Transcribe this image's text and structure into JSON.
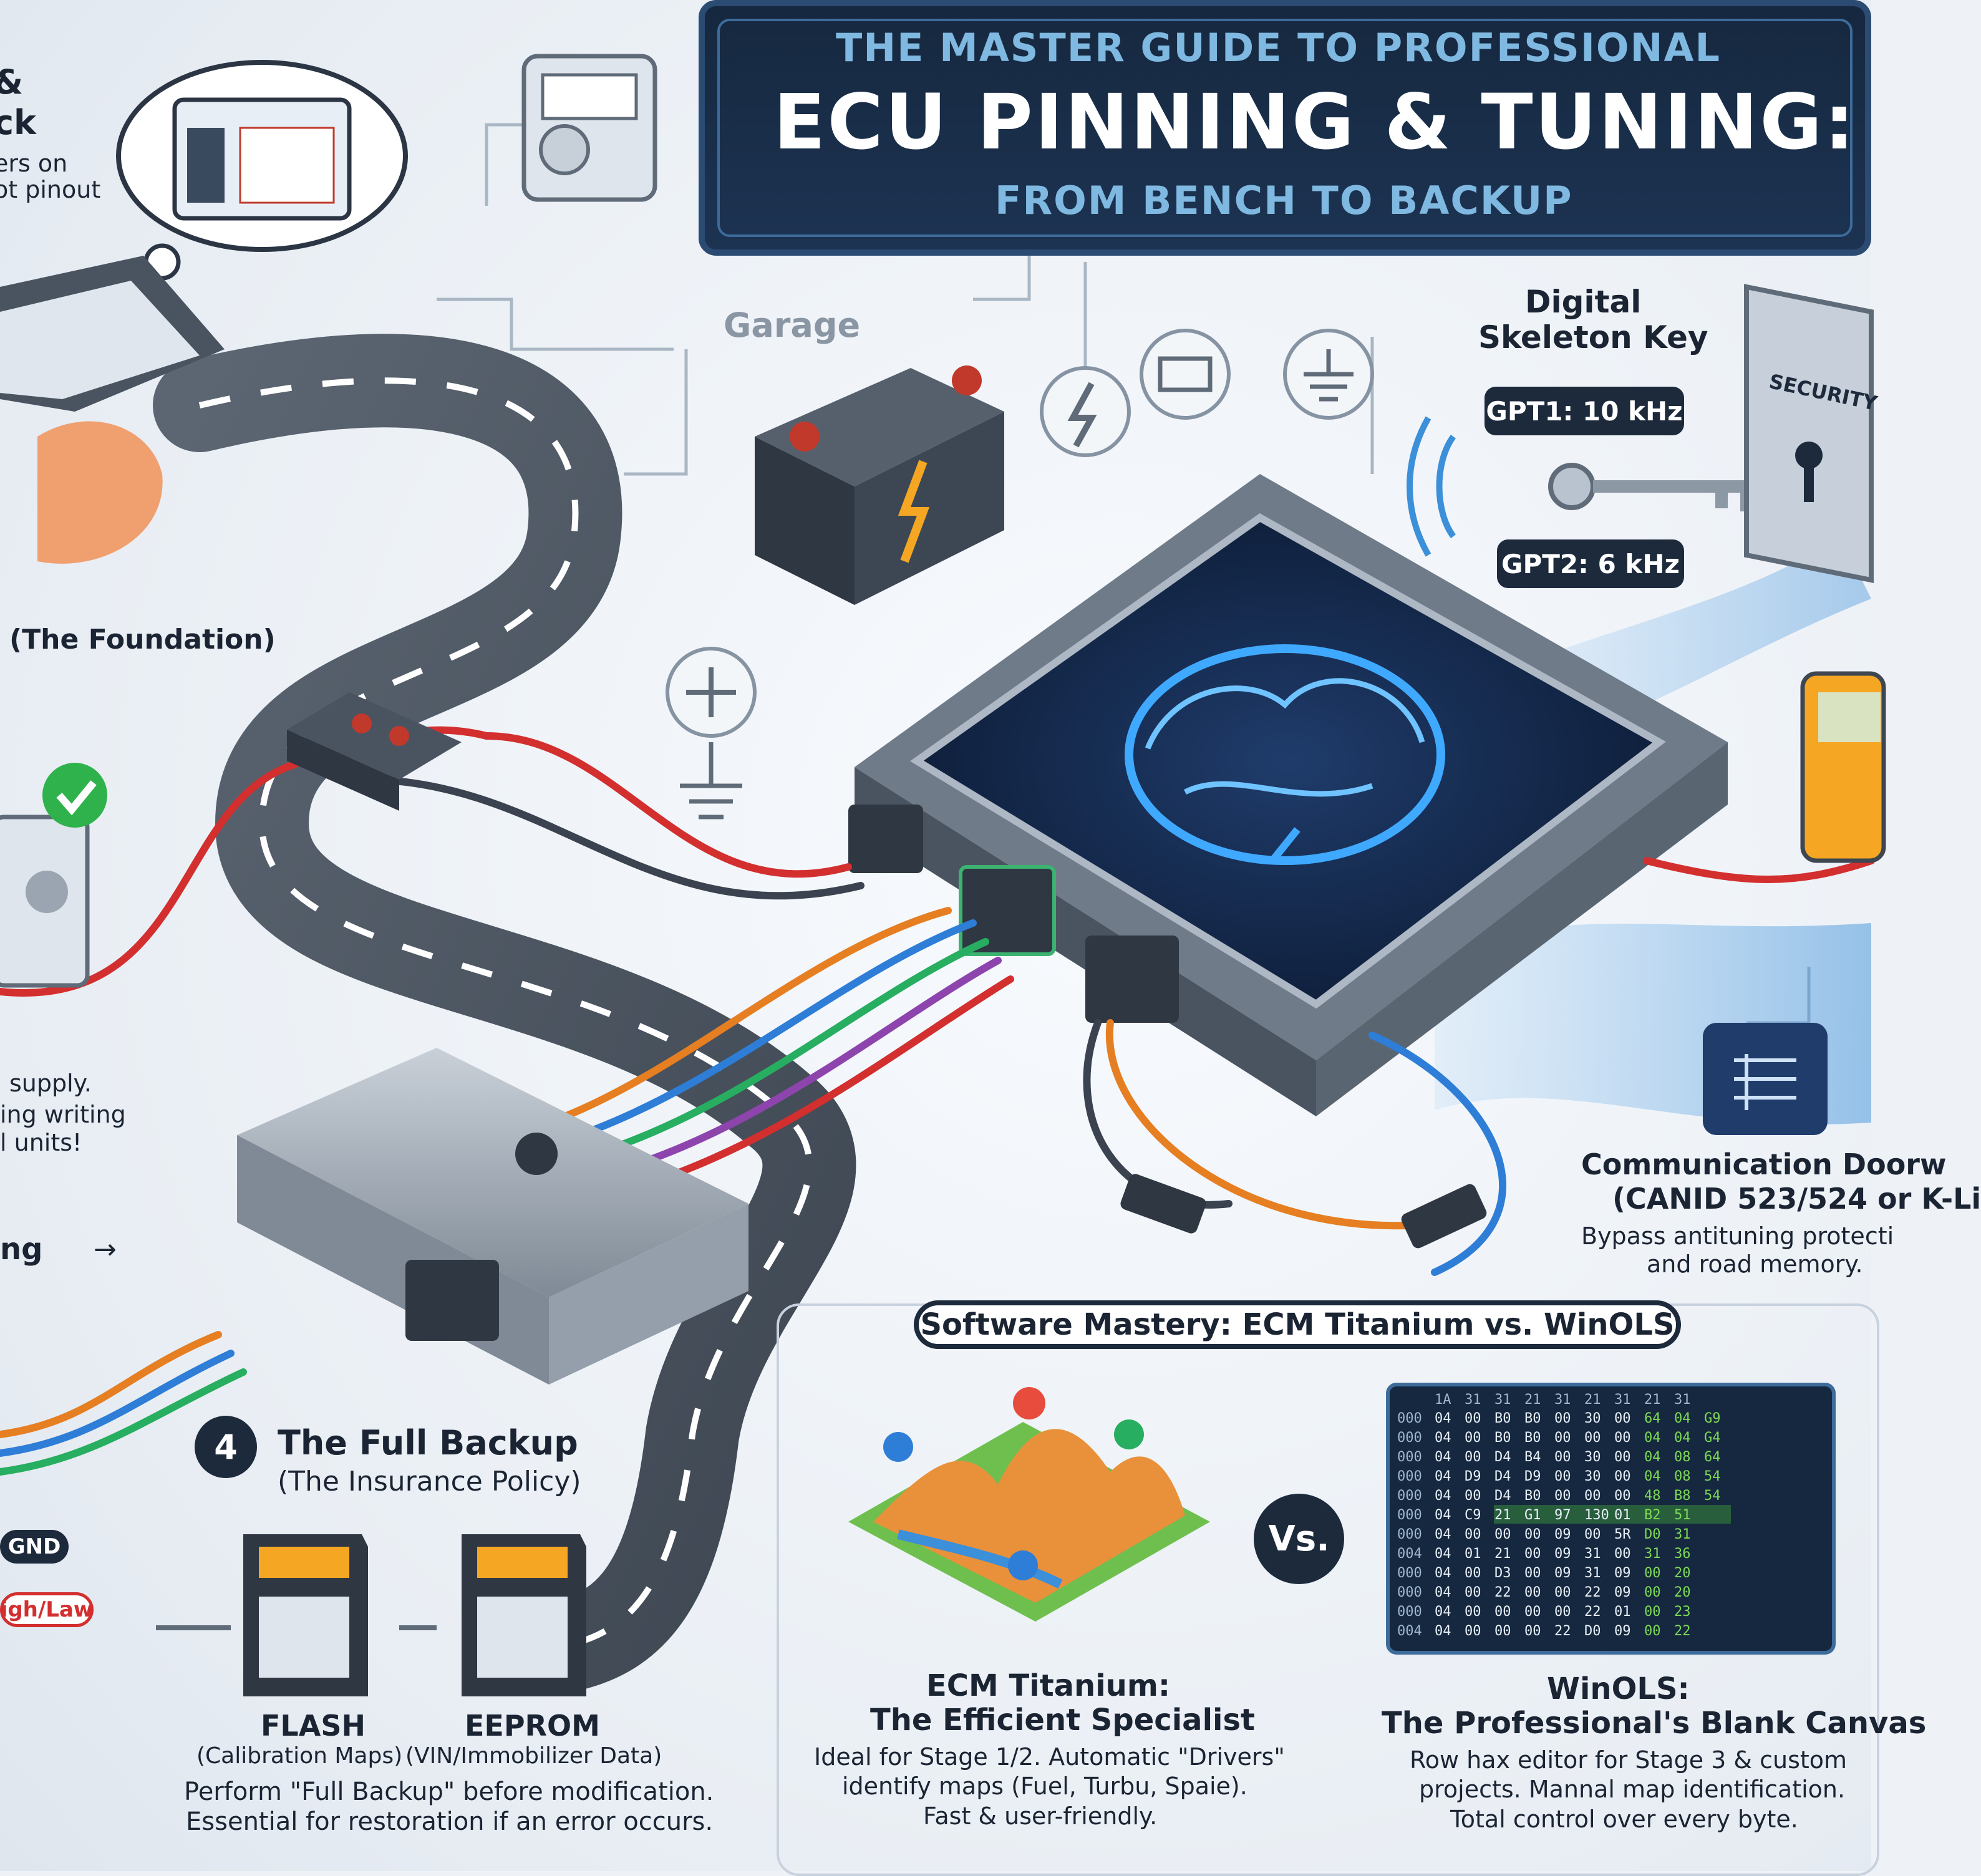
{
  "header": {
    "subtitle_top": "THE MASTER GUIDE TO PROFESSIONAL",
    "title": "ECU PINNING & TUNING:",
    "subtitle_bottom": "FROM BENCH TO BACKUP"
  },
  "left_top": {
    "line1": "&",
    "line2": "ck",
    "line3": "ers on",
    "line4": "ot pinout"
  },
  "foundation": {
    "label": "(The Foundation)"
  },
  "power_note": {
    "line1": "supply.",
    "line2": "ing writing",
    "line3": "l units!"
  },
  "left_mid": {
    "label": "ng",
    "arrow": "→"
  },
  "labels": {
    "garage": "Garage",
    "gnd": "GND",
    "high_low": "igh/Law",
    "security": "SECURITY"
  },
  "skeleton_key": {
    "title_line1": "Digital",
    "title_line2": "Skeleton Key",
    "gpt1": "GPT1: 10 kHz",
    "gpt2": "GPT2: 6 kHz"
  },
  "communication": {
    "title_line1": "Communication Doorw",
    "title_line2": "(CANID 523/524 or K-Li",
    "desc_line1": "Bypass antituning protecti",
    "desc_line2": "and road memory."
  },
  "backup": {
    "step": "4",
    "title": "The Full Backup",
    "subtitle": "(The Insurance Policy)",
    "flash_label": "FLASH",
    "flash_sub": "(Calibration Maps)",
    "eeprom_label": "EEPROM",
    "eeprom_sub": "(VIN/Immobilizer Data)",
    "note_line1": "Perform \"Full Backup\" before modification.",
    "note_line2": "Essential for restoration if an error occurs."
  },
  "software": {
    "header": "Software Mastery: ECM Titanium vs. WinOLS",
    "vs": "Vs.",
    "ecm_title_line1": "ECM Titanium:",
    "ecm_title_line2": "The Efficient Specialist",
    "ecm_desc_line1": "Ideal for Stage 1/2. Automatic \"Drivers\"",
    "ecm_desc_line2": "identify maps (Fuel, Turbu, Spaie).",
    "ecm_desc_line3": "Fast & user-friendly.",
    "winols_title_line1": "WinOLS:",
    "winols_title_line2": "The Professional's Blank Canvas",
    "winols_desc_line1": "Row hax editor for Stage 3 & custom",
    "winols_desc_line2": "projects. Mannal map identification.",
    "winols_desc_line3": "Total control over every byte."
  },
  "hex": {
    "header": [
      "1A",
      "31",
      "31",
      "21",
      "31",
      "21",
      "31",
      "21",
      "31"
    ],
    "rows": [
      [
        "000",
        "04",
        "00",
        "B0",
        "B0",
        "00",
        "30",
        "00",
        "64",
        "04",
        "G9"
      ],
      [
        "000",
        "04",
        "00",
        "B0",
        "B0",
        "00",
        "00",
        "00",
        "04",
        "04",
        "G4"
      ],
      [
        "000",
        "04",
        "00",
        "D4",
        "B4",
        "00",
        "30",
        "00",
        "04",
        "08",
        "64"
      ],
      [
        "000",
        "04",
        "D9",
        "D4",
        "D9",
        "00",
        "30",
        "00",
        "04",
        "08",
        "54"
      ],
      [
        "000",
        "04",
        "00",
        "D4",
        "B0",
        "00",
        "00",
        "00",
        "48",
        "B8",
        "54"
      ],
      [
        "000",
        "04",
        "C9",
        "21",
        "G1",
        "97",
        "130",
        "01",
        "B2",
        "51",
        ""
      ],
      [
        "000",
        "04",
        "00",
        "00",
        "00",
        "09",
        "00",
        "5R",
        "D0",
        "31",
        ""
      ],
      [
        "004",
        "04",
        "01",
        "21",
        "00",
        "09",
        "31",
        "00",
        "31",
        "36",
        ""
      ],
      [
        "000",
        "04",
        "00",
        "D3",
        "00",
        "09",
        "31",
        "09",
        "00",
        "20",
        ""
      ],
      [
        "000",
        "04",
        "00",
        "22",
        "00",
        "00",
        "22",
        "09",
        "00",
        "20",
        ""
      ],
      [
        "000",
        "04",
        "00",
        "00",
        "00",
        "00",
        "22",
        "01",
        "00",
        "23",
        ""
      ],
      [
        "004",
        "04",
        "00",
        "00",
        "00",
        "22",
        "D0",
        "09",
        "00",
        "22",
        ""
      ]
    ]
  },
  "colors": {
    "title_bg": "#16283f",
    "title_accent": "#7fb8e0",
    "dark_badge": "#1d2a3c",
    "red_wire": "#d32f2f",
    "brain_glow": "#3fa9ff",
    "hex_green": "#7ed957"
  }
}
